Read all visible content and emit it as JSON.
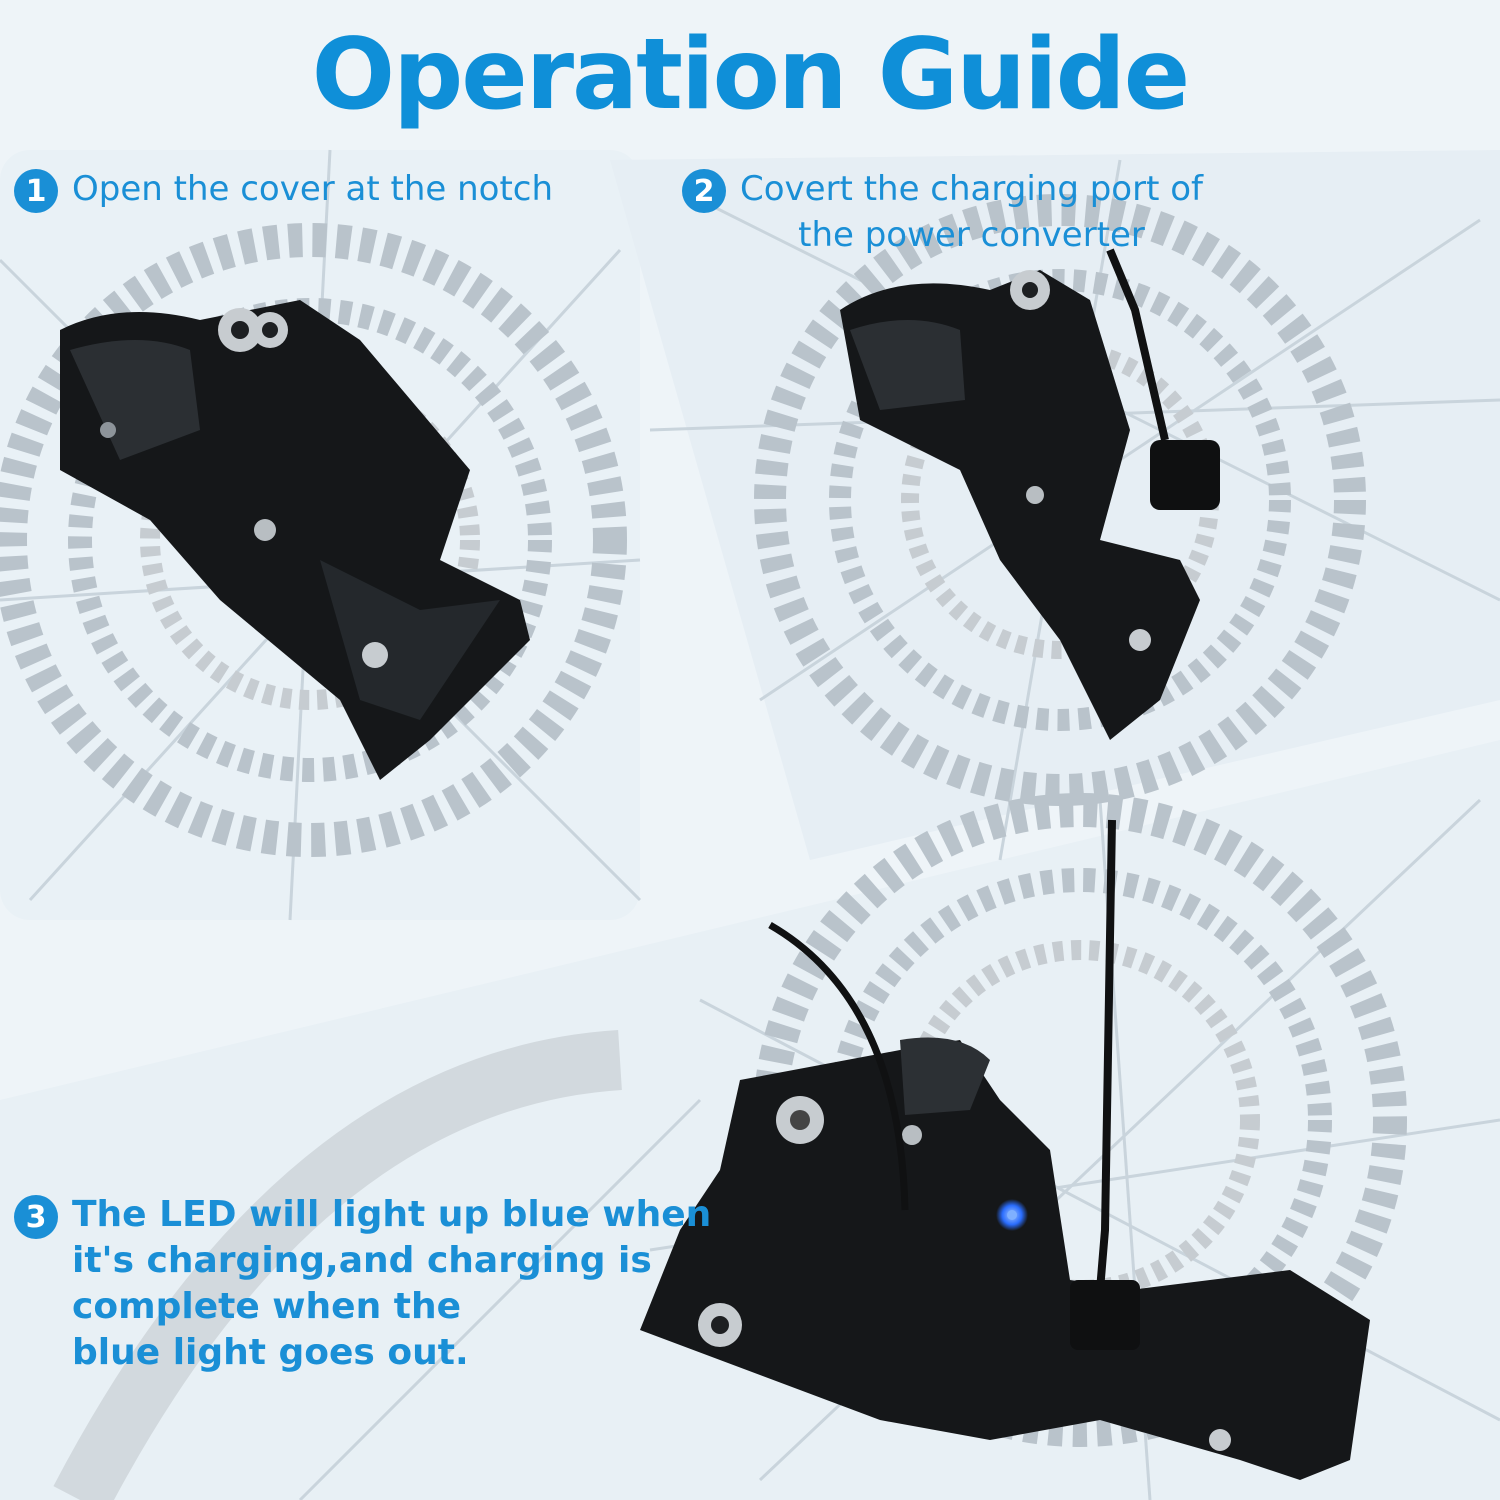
{
  "title": "Operation Guide",
  "steps": [
    {
      "number": "1",
      "text": "Open the cover at the notch"
    },
    {
      "number": "2",
      "lines": [
        "Covert the charging port of",
        "the power converter"
      ]
    },
    {
      "number": "3",
      "lines": [
        "The LED will light up blue when",
        "it's charging,and charging is",
        "complete when the",
        "blue light goes out."
      ]
    }
  ],
  "colors": {
    "accent": "#1a8fd6",
    "title": "#0f8fd8",
    "led": "#2a6dff"
  }
}
